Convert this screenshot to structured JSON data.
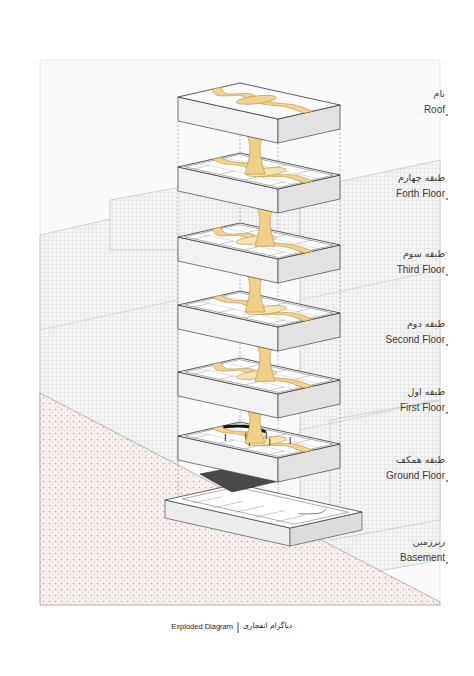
{
  "diagram": {
    "caption": "Exploded Diagram",
    "labels": [
      "بام",
      "Roof",
      "طبقه چهارم",
      "Forth Floor",
      "طبقه سوم",
      "Third Floor",
      "طبقه دوم",
      "Second Floor",
      "طبقه اول",
      "First Floor",
      "طبقه همکف",
      "Ground Floor",
      "زیرزمین",
      "Basement",
      "دیاگرام انفجاری"
    ]
  }
}
